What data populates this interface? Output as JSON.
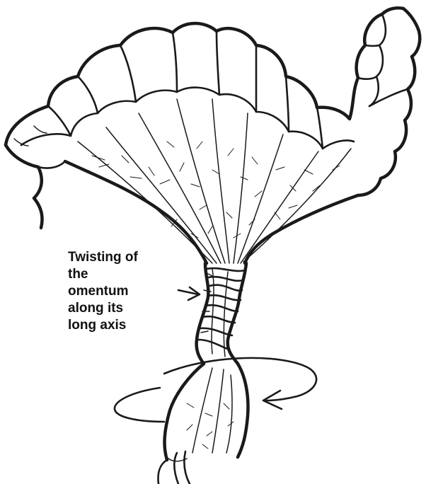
{
  "annotation": {
    "lines": [
      "Twisting of",
      "the",
      "omentum",
      "along its",
      "long axis"
    ]
  },
  "colors": {
    "ink": "#1a1a1a",
    "background": "#ffffff"
  },
  "icons": [
    "pointer-arrow-icon",
    "rotation-arrow-icon"
  ]
}
